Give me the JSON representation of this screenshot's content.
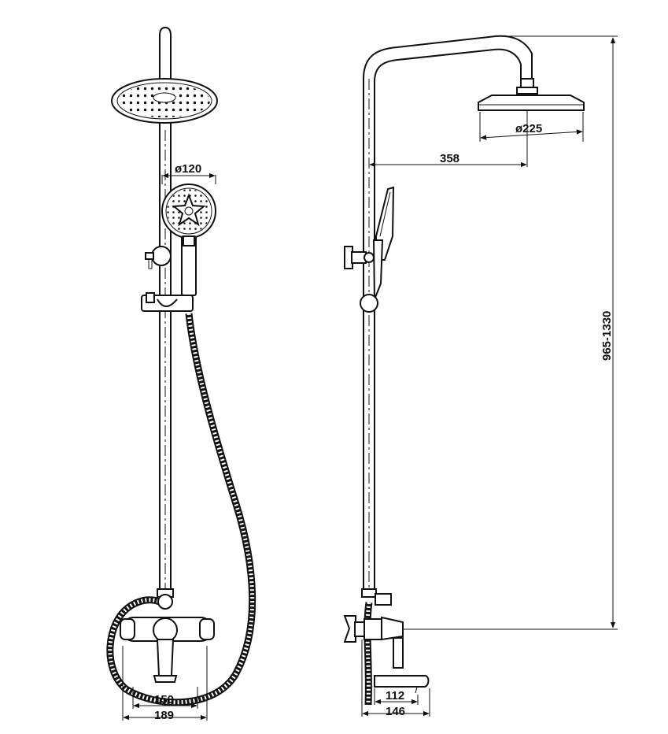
{
  "dimensions": {
    "hand_shower_diameter": "ø120",
    "rain_shower_diameter": "ø225",
    "arm_reach": "358",
    "height_range": "965-1330",
    "mixer_width_inner": "150",
    "mixer_width_outer": "189",
    "spout_depth_inner": "112",
    "spout_depth_outer": "146"
  },
  "colors": {
    "line": "#111111",
    "background": "#ffffff"
  }
}
